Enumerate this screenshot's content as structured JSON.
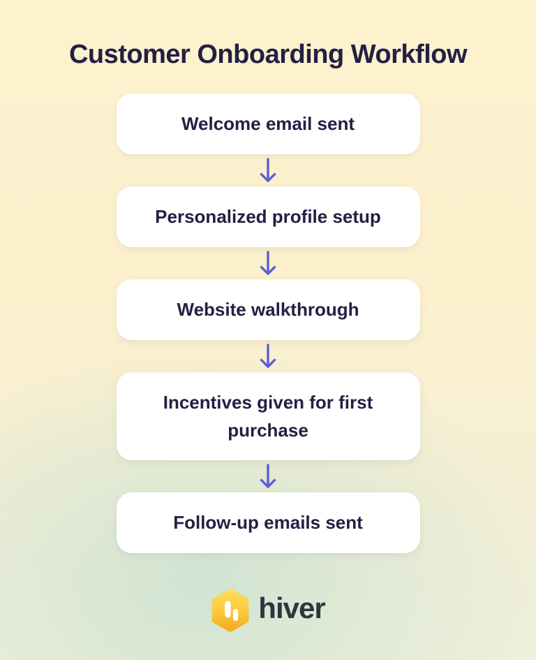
{
  "title": "Customer Onboarding Workflow",
  "steps": [
    {
      "label": "Welcome email sent"
    },
    {
      "label": "Personalized profile setup"
    },
    {
      "label": "Website walkthrough"
    },
    {
      "label": "Incentives given for first purchase"
    },
    {
      "label": "Follow-up emails sent"
    }
  ],
  "connector": {
    "icon": "arrow-down-icon",
    "count": 4
  },
  "logo": {
    "brand": "hiver",
    "icon": "hiver-hexagon-icon"
  },
  "colors": {
    "background_top": "#FDF1CE",
    "background_green": "#CFE3D2",
    "box_bg": "#FFFFFF",
    "text": "#232044",
    "arrow": "#5B5FD6",
    "hex_top": "#FFDB57",
    "hex_bottom": "#F3AE1E",
    "brand_text": "#2E3440"
  }
}
